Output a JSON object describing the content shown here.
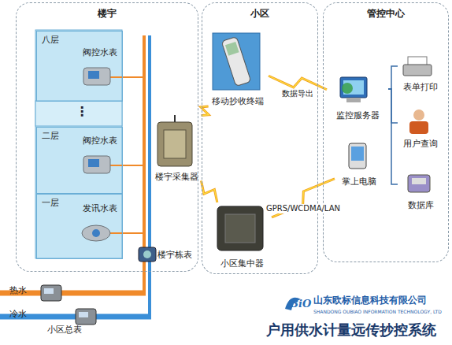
{
  "diagram": {
    "title": "户用供水计量远传抄控系统",
    "nodes": [
      {
        "text": [
          "楼宇"
        ]
      },
      {
        "text": [
          "八层"
        ],
        "in": 0
      },
      {
        "text": [
          "阀控水表"
        ],
        "in": 1
      },
      {
        "text": [
          "二层"
        ],
        "in": 0
      },
      {
        "text": [
          "阀控水表"
        ],
        "in": 3
      },
      {
        "text": [
          "一层"
        ],
        "in": 0
      },
      {
        "text": [
          "发讯水表"
        ],
        "in": 5
      },
      {
        "text": [
          "楼宇采集器"
        ],
        "in": 0
      },
      {
        "text": [
          "楼宇栋表"
        ],
        "in": 0
      },
      {
        "text": [
          "小区"
        ]
      },
      {
        "text": [
          "移动抄收终端"
        ],
        "in": 9
      },
      {
        "text": [
          "小区集中器"
        ],
        "in": 9
      },
      {
        "text": [
          "管控中心"
        ]
      },
      {
        "text": [
          "监控服务器"
        ],
        "in": 12
      },
      {
        "text": [
          "掌上电脑"
        ],
        "in": 12
      },
      {
        "text": [
          "表单打印"
        ],
        "in": 12
      },
      {
        "text": [
          "用户查询"
        ],
        "in": 12
      },
      {
        "text": [
          "数据库"
        ],
        "in": 12
      },
      {
        "text": [
          "小区总表"
        ]
      }
    ],
    "edges": [
      {
        "from": 7,
        "to": 10,
        "arrow": "none"
      },
      {
        "from": 7,
        "to": 11,
        "arrow": "none"
      },
      {
        "from": 10,
        "to": 13,
        "label": "数据导出",
        "arrow": "none"
      },
      {
        "from": 11,
        "to": 14,
        "label": "GPRS/WCDMA/LAN",
        "arrow": "none"
      },
      {
        "from": 13,
        "to": 15,
        "arrow": "none"
      },
      {
        "from": 13,
        "to": 16,
        "arrow": "none"
      },
      {
        "from": 13,
        "to": 17,
        "arrow": "none"
      }
    ],
    "labels": [
      "热水",
      "冷水",
      "⋮",
      "BiO",
      "山东欧标信息科技有限公司",
      "SHANDONG OUBIAO INFORMATION TECHNOLOGY, LTD"
    ]
  }
}
